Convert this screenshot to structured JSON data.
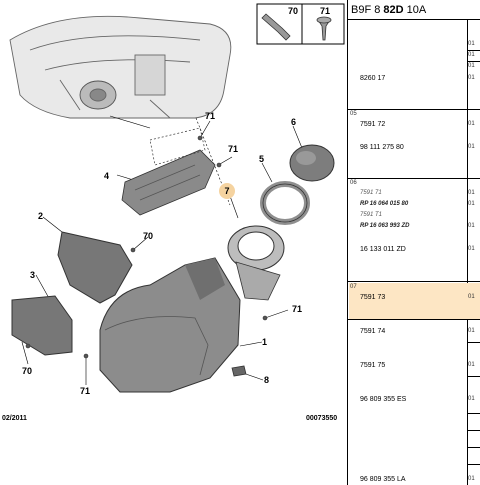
{
  "header": {
    "prefix": "B9F 8",
    "bold": "82D",
    "suffix": "10A"
  },
  "fastener_callouts": {
    "c70": "70",
    "c71": "71"
  },
  "callouts": {
    "n71a": "71",
    "n71b": "71",
    "n6": "6",
    "n5": "5",
    "n4": "4",
    "n7": "7",
    "n2": "2",
    "n70": "70",
    "n3": "3",
    "n71c": "71",
    "n1": "1",
    "n70b": "70",
    "n71d": "71",
    "n8": "8"
  },
  "footer": {
    "date": "02/2011",
    "code": "00073550"
  },
  "rows": [
    {
      "group": "",
      "ref": "8260 17",
      "qty": "01"
    },
    {
      "group": "05",
      "ref": "7591 72",
      "qty": "01"
    },
    {
      "group": "",
      "ref": "98 111 275 80",
      "qty": "01"
    },
    {
      "group": "06",
      "ref": "7591 71",
      "qty": "01"
    },
    {
      "group": "",
      "ref": "RP 16 064 015 80",
      "qty": "01"
    },
    {
      "group": "",
      "ref": "7591 T1",
      "qty": ""
    },
    {
      "group": "",
      "ref": "RP 16 063 993 ZD",
      "qty": "01"
    },
    {
      "group": "",
      "ref": "16 133 011 ZD",
      "qty": "01"
    },
    {
      "group": "07",
      "ref": "7591 73",
      "qty": "01"
    },
    {
      "group": "",
      "ref": "7591 74",
      "qty": "01"
    },
    {
      "group": "",
      "ref": "7591 75",
      "qty": "01"
    },
    {
      "group": "",
      "ref": "96 809 355 ES",
      "qty": "01"
    },
    {
      "group": "",
      "ref": "96 809 355 LA",
      "qty": "01"
    }
  ],
  "top_qty": {
    "q1": "01",
    "q2": "01",
    "q3": "01"
  }
}
